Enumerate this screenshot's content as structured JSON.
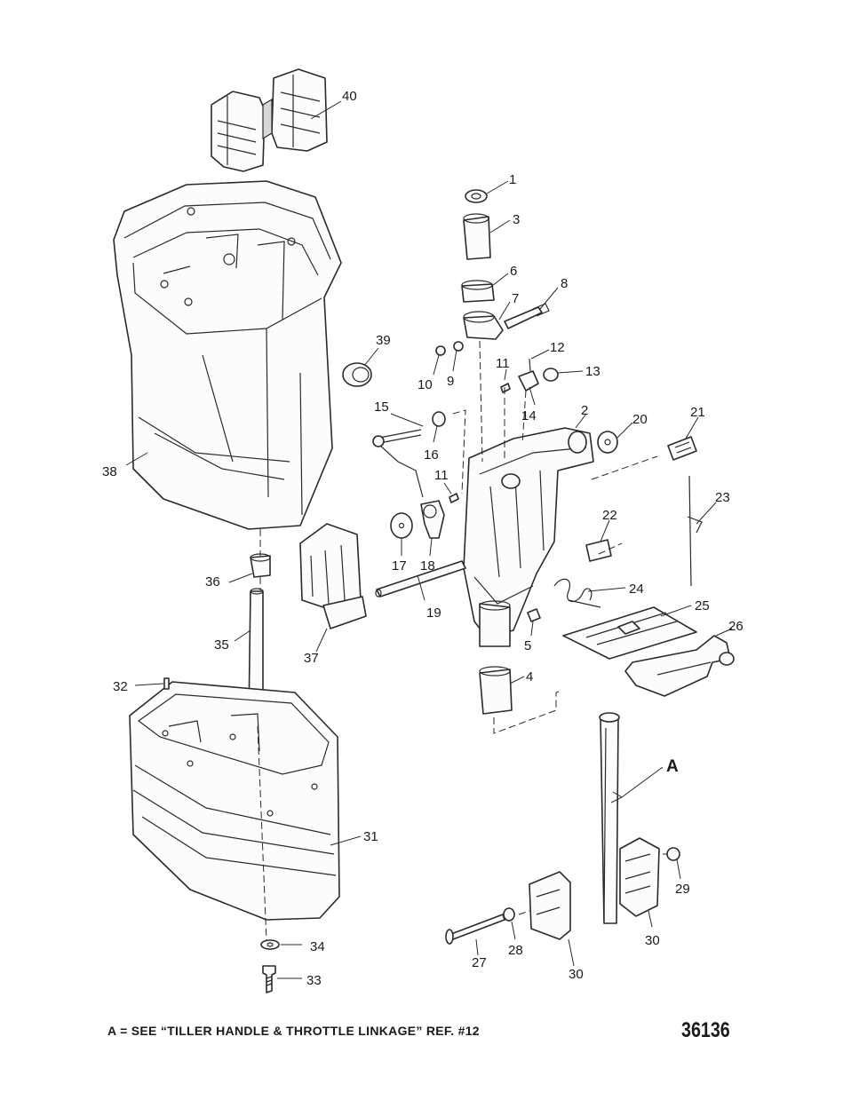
{
  "callouts": [
    {
      "id": "c1",
      "text": "1"
    },
    {
      "id": "c3",
      "text": "3"
    },
    {
      "id": "c6",
      "text": "6"
    },
    {
      "id": "c7",
      "text": "7"
    },
    {
      "id": "c8",
      "text": "8"
    },
    {
      "id": "c10",
      "text": "10"
    },
    {
      "id": "c9",
      "text": "9"
    },
    {
      "id": "c11a",
      "text": "11"
    },
    {
      "id": "c12",
      "text": "12"
    },
    {
      "id": "c13",
      "text": "13"
    },
    {
      "id": "c14",
      "text": "14"
    },
    {
      "id": "c15",
      "text": "15"
    },
    {
      "id": "c16",
      "text": "16"
    },
    {
      "id": "c2",
      "text": "2"
    },
    {
      "id": "c20",
      "text": "20"
    },
    {
      "id": "c21",
      "text": "21"
    },
    {
      "id": "c11b",
      "text": "11"
    },
    {
      "id": "c17",
      "text": "17"
    },
    {
      "id": "c18",
      "text": "18"
    },
    {
      "id": "c22",
      "text": "22"
    },
    {
      "id": "c23",
      "text": "23"
    },
    {
      "id": "c24",
      "text": "24"
    },
    {
      "id": "c19",
      "text": "19"
    },
    {
      "id": "c25",
      "text": "25"
    },
    {
      "id": "c26",
      "text": "26"
    },
    {
      "id": "c5",
      "text": "5"
    },
    {
      "id": "c4",
      "text": "4"
    },
    {
      "id": "c38",
      "text": "38"
    },
    {
      "id": "c39",
      "text": "39"
    },
    {
      "id": "c40",
      "text": "40"
    },
    {
      "id": "c36",
      "text": "36"
    },
    {
      "id": "c35",
      "text": "35"
    },
    {
      "id": "c37",
      "text": "37"
    },
    {
      "id": "c32",
      "text": "32"
    },
    {
      "id": "c31",
      "text": "31"
    },
    {
      "id": "c34",
      "text": "34"
    },
    {
      "id": "c33",
      "text": "33"
    },
    {
      "id": "cA",
      "text": "A"
    },
    {
      "id": "c29",
      "text": "29"
    },
    {
      "id": "c30a",
      "text": "30"
    },
    {
      "id": "c27",
      "text": "27"
    },
    {
      "id": "c28",
      "text": "28"
    },
    {
      "id": "c30b",
      "text": "30"
    }
  ],
  "footer": {
    "note": "A = SEE “TILLER HANDLE & THROTTLE LINKAGE” REF. #12",
    "diagram_number": "36136"
  }
}
